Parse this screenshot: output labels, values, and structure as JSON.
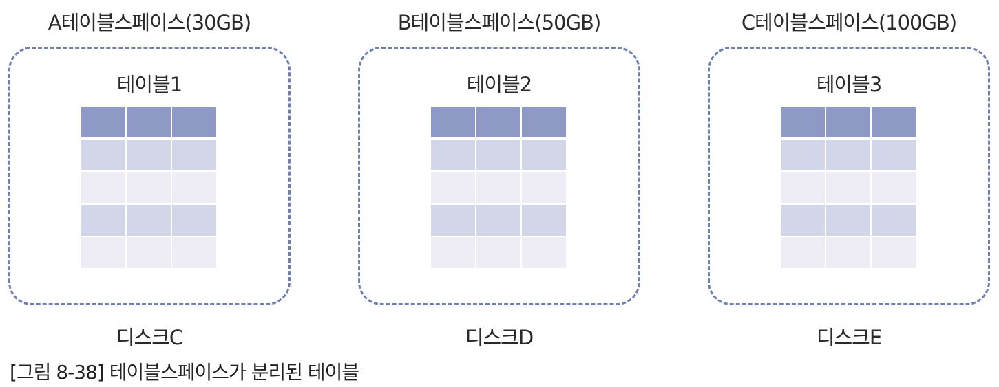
{
  "panels": [
    {
      "tablespace": "A테이블스페이스(30GB)",
      "table": "테이블1",
      "disk": "디스크C"
    },
    {
      "tablespace": "B테이블스페이스(50GB)",
      "table": "테이블2",
      "disk": "디스크D"
    },
    {
      "tablespace": "C테이블스페이스(100GB)",
      "table": "테이블3",
      "disk": "디스크E"
    }
  ],
  "caption": "[그림 8-38] 테이블스페이스가 분리된 테이블",
  "colors": {
    "border": "#6e7fb0",
    "header_row": "#8f99c6",
    "row_light_blue": "#d3d5e9",
    "row_lightest": "#eeedf6"
  }
}
